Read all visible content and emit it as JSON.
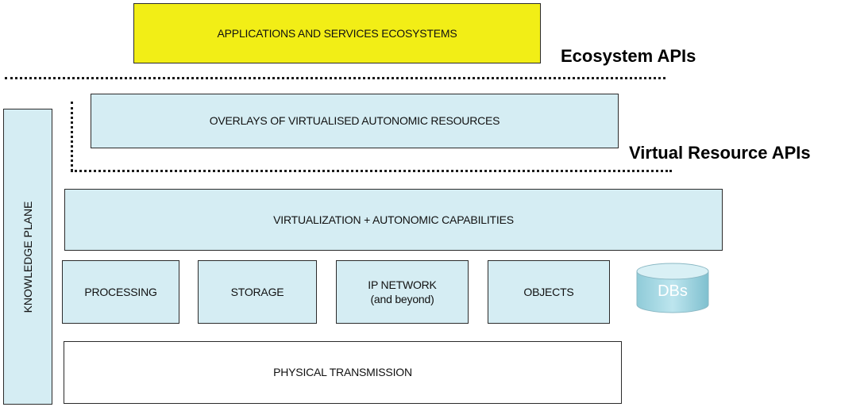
{
  "layers": {
    "applications": "APPLICATIONS AND SERVICES ECOSYSTEMS",
    "overlays": "OVERLAYS OF VIRTUALISED AUTONOMIC RESOURCES",
    "virtualization": "VIRTUALIZATION + AUTONOMIC CAPABILITIES",
    "physical": "PHYSICAL TRANSMISSION",
    "knowledge_plane": "KNOWLEDGE PLANE"
  },
  "resources": {
    "processing": "PROCESSING",
    "storage": "STORAGE",
    "ip_network_line1": "IP NETWORK",
    "ip_network_line2": "(and beyond)",
    "objects": "OBJECTS",
    "dbs": "DBs"
  },
  "apis": {
    "ecosystem": "Ecosystem APIs",
    "virtual_resource": "Virtual Resource APIs"
  },
  "colors": {
    "applications_fill": "#f2ee16",
    "layer_fill": "#d5edf3",
    "physical_fill": "#ffffff",
    "db_fill": "#a9d8e2"
  }
}
